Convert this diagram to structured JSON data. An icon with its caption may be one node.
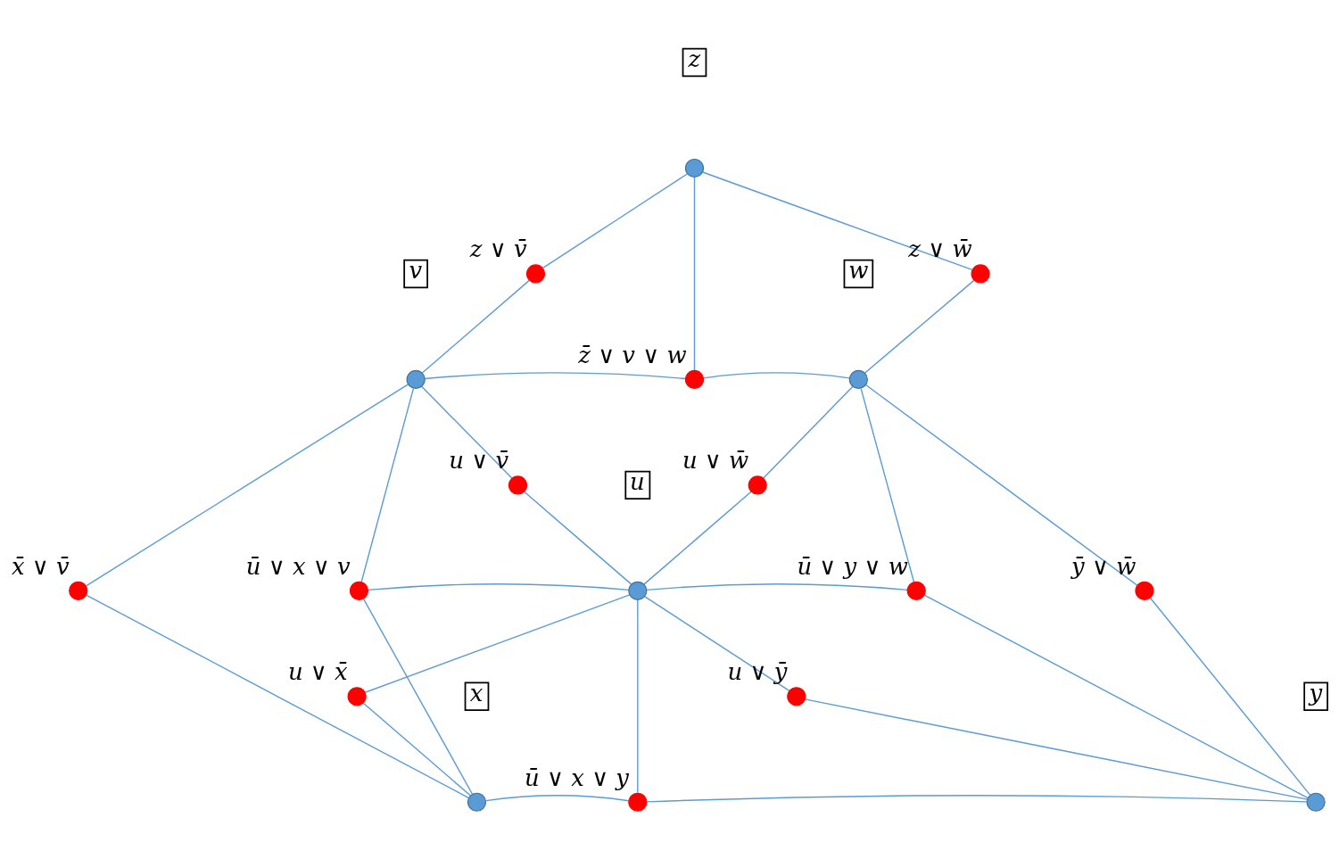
{
  "diagram": {
    "nodes": [
      {
        "text": [
          "z"
        ]
      },
      {
        "text": [],
        "shape": "circle"
      },
      {
        "text": [],
        "shape": "circle",
        "beside": [
          "z ∨ v̄"
        ]
      },
      {
        "text": [],
        "shape": "circle",
        "beside": [
          "z ∨ w̄"
        ]
      },
      {
        "text": [
          "v"
        ]
      },
      {
        "text": [],
        "shape": "circle"
      },
      {
        "text": [],
        "shape": "circle",
        "beside": [
          "z̄ ∨ v ∨ w"
        ]
      },
      {
        "text": [],
        "shape": "circle"
      },
      {
        "text": [
          "w"
        ]
      },
      {
        "text": [],
        "shape": "circle",
        "beside": [
          "u ∨ v̄"
        ]
      },
      {
        "text": [],
        "shape": "circle",
        "beside": [
          "u ∨ w̄"
        ]
      },
      {
        "text": [],
        "shape": "circle",
        "beside": [
          "x̄ ∨ v̄"
        ]
      },
      {
        "text": [],
        "shape": "circle",
        "beside": [
          "ū ∨ x ∨ v"
        ]
      },
      {
        "text": [
          "u"
        ]
      },
      {
        "text": [],
        "shape": "circle"
      },
      {
        "text": [],
        "shape": "circle",
        "beside": [
          "ū ∨ y ∨ w"
        ]
      },
      {
        "text": [],
        "shape": "circle",
        "beside": [
          "ȳ ∨ w̄"
        ]
      },
      {
        "text": [],
        "shape": "circle",
        "beside": [
          "u ∨ x̄"
        ]
      },
      {
        "text": [],
        "shape": "circle",
        "beside": [
          "u ∨ ȳ"
        ]
      },
      {
        "text": [
          "x"
        ]
      },
      {
        "text": [],
        "shape": "circle"
      },
      {
        "text": [],
        "shape": "circle",
        "beside": [
          "ū ∨ x ∨ y"
        ]
      },
      {
        "text": [],
        "shape": "circle"
      },
      {
        "text": [
          "y"
        ]
      }
    ],
    "edges": [
      {
        "from": 1,
        "to": 2,
        "arrow": "none"
      },
      {
        "from": 2,
        "to": 5,
        "arrow": "none"
      },
      {
        "from": 1,
        "to": 3,
        "arrow": "none"
      },
      {
        "from": 3,
        "to": 7,
        "arrow": "none"
      },
      {
        "from": 1,
        "to": 6,
        "arrow": "none"
      },
      {
        "from": 5,
        "to": 6,
        "arrow": "none"
      },
      {
        "from": 6,
        "to": 7,
        "arrow": "none"
      },
      {
        "from": 5,
        "to": 9,
        "arrow": "none"
      },
      {
        "from": 9,
        "to": 14,
        "arrow": "none"
      },
      {
        "from": 7,
        "to": 10,
        "arrow": "none"
      },
      {
        "from": 10,
        "to": 14,
        "arrow": "none"
      },
      {
        "from": 5,
        "to": 11,
        "arrow": "none"
      },
      {
        "from": 11,
        "to": 20,
        "arrow": "none"
      },
      {
        "from": 5,
        "to": 12,
        "arrow": "none"
      },
      {
        "from": 12,
        "to": 14,
        "arrow": "none"
      },
      {
        "from": 12,
        "to": 20,
        "arrow": "none"
      },
      {
        "from": 7,
        "to": 15,
        "arrow": "none"
      },
      {
        "from": 14,
        "to": 15,
        "arrow": "none"
      },
      {
        "from": 15,
        "to": 22,
        "arrow": "none"
      },
      {
        "from": 7,
        "to": 16,
        "arrow": "none"
      },
      {
        "from": 16,
        "to": 22,
        "arrow": "none"
      },
      {
        "from": 14,
        "to": 17,
        "arrow": "none"
      },
      {
        "from": 17,
        "to": 20,
        "arrow": "none"
      },
      {
        "from": 14,
        "to": 18,
        "arrow": "none"
      },
      {
        "from": 18,
        "to": 22,
        "arrow": "none"
      },
      {
        "from": 20,
        "to": 21,
        "arrow": "none"
      },
      {
        "from": 21,
        "to": 22,
        "arrow": "none"
      },
      {
        "from": 14,
        "to": 21,
        "arrow": "none"
      }
    ]
  }
}
